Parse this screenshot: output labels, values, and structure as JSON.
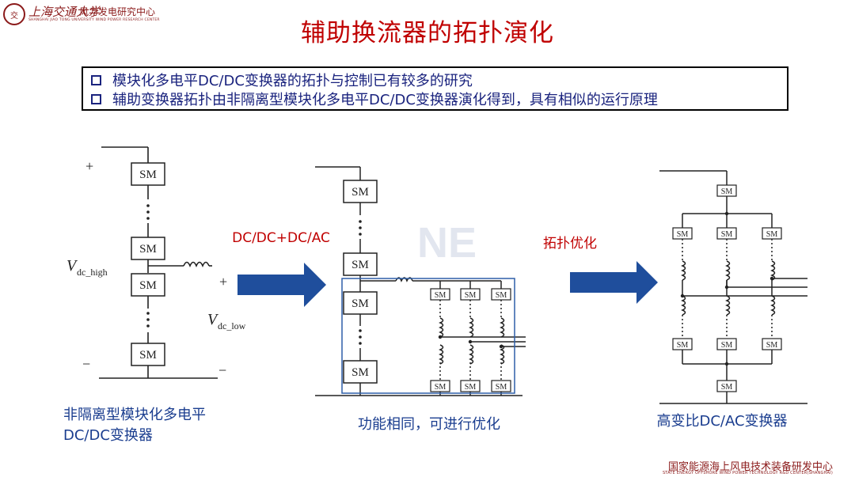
{
  "header": {
    "logo_cn": "上海交通大学",
    "logo_center": "风力发电研究中心",
    "logo_en": "SHANGHAI JIAO TONG UNIVERSITY WIND POWER RESEARCH CENTER"
  },
  "title": "辅助换流器的拓扑演化",
  "bullets": [
    "模块化多电平DC/DC变换器的拓扑与控制已有较多的研究",
    "辅助变换器拓扑由非隔离型模块化多电平DC/DC变换器演化得到，具有相似的运行原理"
  ],
  "diagram": {
    "sm_label": "SM",
    "plus": "+",
    "minus": "−",
    "v_high": "V",
    "v_high_sub": "dc_high",
    "v_low": "V",
    "v_low_sub": "dc_low",
    "arrow1_label": "DC/DC+DC/AC",
    "arrow2_label": "拓扑优化",
    "watermark": "NE",
    "caption1_line1": "非隔离型模块化多电平",
    "caption1_line2": "DC/DC变换器",
    "caption2": "功能相同，可进行优化",
    "caption3": "高变比DC/AC变换器",
    "colors": {
      "arrow": "#1f4e9c",
      "frame": "#2e5fa8",
      "title": "#c00000"
    }
  },
  "footer": {
    "cn": "国家能源海上风电技术装备研发中心",
    "en": "STATE ENERGY OFFSHORE WIND POWER TECHNOLOGY R&D CENTER(SHANGHAI)"
  }
}
